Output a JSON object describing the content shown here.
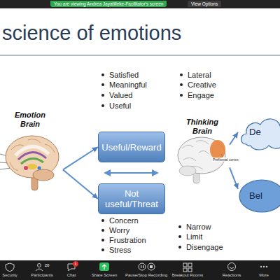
{
  "diagram": {
    "title": "science of emotions",
    "nodes": [
      {
        "text": [
          "Emotion Brain"
        ]
      },
      {
        "text": [
          "Useful/Reward"
        ]
      },
      {
        "text": [
          "Not useful/Threat"
        ]
      },
      {
        "text": [
          "Thinking Brain"
        ]
      },
      {
        "text": [
          "De"
        ]
      },
      {
        "text": [
          "Bel"
        ]
      }
    ],
    "edges": [
      {
        "from": 0,
        "to": 1,
        "arrow": "to"
      },
      {
        "from": 0,
        "to": 2,
        "arrow": "to"
      },
      {
        "from": 3,
        "to": 4,
        "arrow": "to"
      },
      {
        "from": 3,
        "to": 5,
        "arrow": "to"
      }
    ],
    "labels": [
      "You are viewing Andrea Jayatilleke-Facilitator's screen",
      "View Options",
      "Satisfied",
      "Meaningful",
      "Valued",
      "Useful",
      "Lateral",
      "Creative",
      "Engage",
      "Prefrontal cortex",
      "Concern",
      "Worry",
      "Frustration",
      "Stress",
      "Narrow",
      "Limit",
      "Disengage",
      "Security",
      "20",
      "Participants",
      "1",
      "Chat",
      "Share Screen",
      "Pause/Stop Recording",
      "Breakout Rooms",
      "Reactions",
      "More"
    ]
  }
}
